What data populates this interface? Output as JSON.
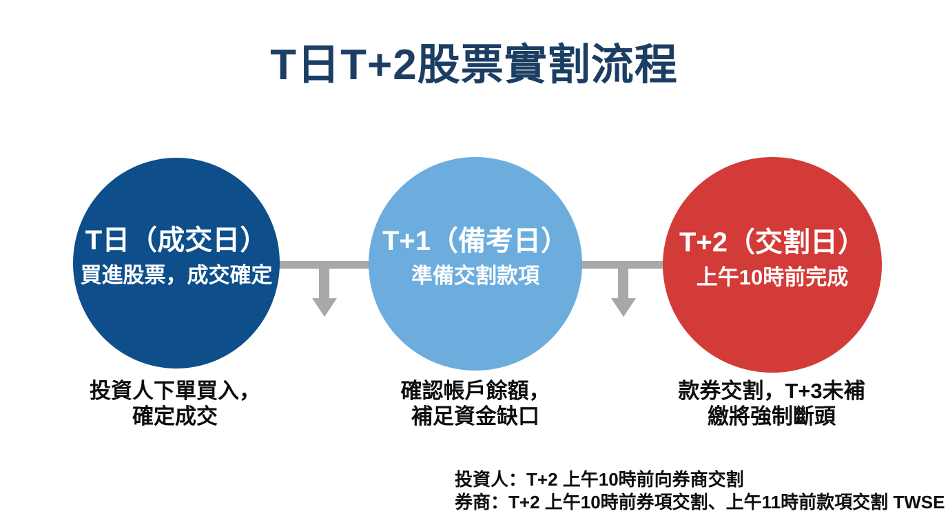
{
  "title": "T日T+2股票實割流程",
  "colors": {
    "title_navy": "#1c3e63",
    "step1_dark_blue": "#0d4e8b",
    "step2_light_blue": "#6cadde",
    "step3_red": "#d23b38",
    "connector_gray": "#a8a8a8",
    "text_black": "#0e0e0e",
    "circle_text_white": "#ffffff"
  },
  "icons": {
    "down_arrow": "down-arrow (gray stem with triangular arrowhead)"
  },
  "steps": [
    {
      "circle_title": "T日（成交日）",
      "circle_subtitle": "買進股票，成交確定",
      "caption_line1": "投資人下單買入，",
      "caption_line2": "確定成交",
      "color": "#0d4e8b"
    },
    {
      "circle_title": "T+1（備考日）",
      "circle_subtitle": "準備交割款項",
      "caption_line1": "確認帳戶餘額，",
      "caption_line2": "補足資金缺口",
      "color": "#6cadde"
    },
    {
      "circle_title": "T+2（交割日）",
      "circle_subtitle": "上午10時前完成",
      "caption_line1": "款券交割，T+3未補",
      "caption_line2": "繳將強制斷頭",
      "color": "#d23b38"
    }
  ],
  "footnotes": {
    "line1": "投資人：T+2 上午10時前向券商交割",
    "line2": "券商：T+2 上午10時前券項交割、上午11時前款項交割  TWSE"
  }
}
